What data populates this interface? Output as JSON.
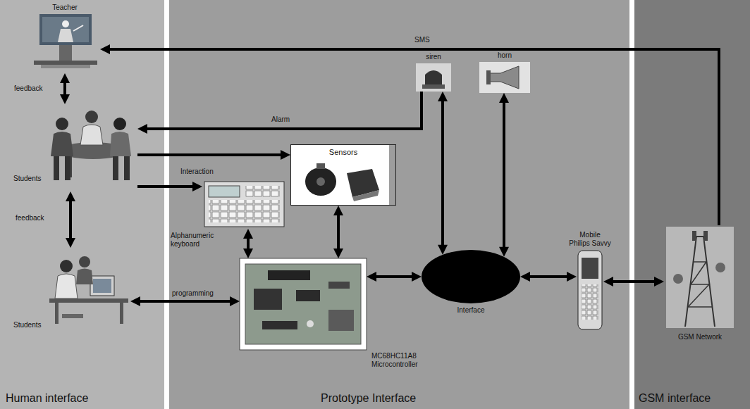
{
  "diagram": {
    "nodes": [
      {
        "text": [
          "Human interface"
        ]
      },
      {
        "text": [
          "Prototype Interface"
        ]
      },
      {
        "text": [
          "GSM interface"
        ]
      },
      {
        "text": [
          "Teacher"
        ],
        "in": 0
      },
      {
        "text": [
          "Students"
        ],
        "in": 0
      },
      {
        "text": [
          "Students"
        ],
        "in": 0
      },
      {
        "text": [
          "siren"
        ],
        "in": 1
      },
      {
        "text": [
          "horn"
        ],
        "in": 1
      },
      {
        "text": [
          "Sensors"
        ],
        "in": 1
      },
      {
        "text": [
          "Alphanumeric keyboard"
        ],
        "in": 1
      },
      {
        "text": [
          "MC68HC11A8 Microcontroller"
        ],
        "in": 1
      },
      {
        "text": [
          "Interface"
        ],
        "in": 1
      },
      {
        "text": [
          "Mobile Philips Savvy"
        ],
        "in": 1
      },
      {
        "text": [
          "GSM Network"
        ],
        "in": 2
      }
    ],
    "edges": [
      {
        "from": 13,
        "to": 3,
        "label": "SMS",
        "arrow": "to"
      },
      {
        "from": 3,
        "to": 4,
        "label": "feedback",
        "arrow": "both"
      },
      {
        "from": 6,
        "to": 4,
        "label": "Alarm",
        "arrow": "to"
      },
      {
        "from": 4,
        "to": 8,
        "arrow": "to"
      },
      {
        "from": 4,
        "to": 9,
        "label": "Interaction",
        "arrow": "to"
      },
      {
        "from": 4,
        "to": 5,
        "label": "feedback",
        "arrow": "both"
      },
      {
        "from": 5,
        "to": 10,
        "label": "programming",
        "arrow": "both"
      },
      {
        "from": 9,
        "to": 10,
        "arrow": "both"
      },
      {
        "from": 8,
        "to": 10,
        "arrow": "both"
      },
      {
        "from": 10,
        "to": 11,
        "arrow": "both"
      },
      {
        "from": 6,
        "to": 11,
        "arrow": "both"
      },
      {
        "from": 7,
        "to": 11,
        "arrow": "both"
      },
      {
        "from": 11,
        "to": 12,
        "arrow": "both"
      },
      {
        "from": 12,
        "to": 13,
        "arrow": "both"
      }
    ]
  }
}
